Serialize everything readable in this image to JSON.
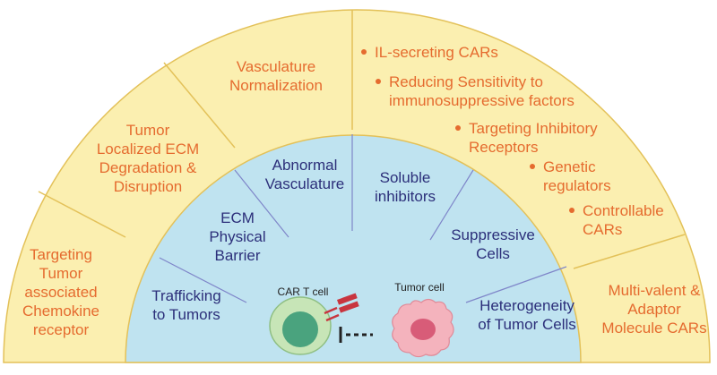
{
  "colors": {
    "outer_fill": "#fbefb0",
    "outer_stroke": "#e3c159",
    "inner_fill": "#bfe3f0",
    "inner_stroke": "#e3c159",
    "divider_outer": "#e3c159",
    "divider_inner": "#7f86c9",
    "outer_text": "#e56b2f",
    "inner_text": "#2c2f7a",
    "car_t_outer": "#c7e5b7",
    "car_t_inner": "#4aa37e",
    "tumor_outer": "#f4b3bd",
    "tumor_inner": "#d85c78",
    "receptor": "#c8353f"
  },
  "outer_segments": [
    {
      "id": "chemokine",
      "lines": [
        "Targeting",
        "Tumor",
        "associated",
        "Chemokine",
        "receptor"
      ]
    },
    {
      "id": "ecm-degradation",
      "lines": [
        "Tumor",
        "Localized ECM",
        "Degradation &",
        "Disruption"
      ]
    },
    {
      "id": "vasculature-normalization",
      "lines": [
        "Vasculature",
        "Normalization"
      ]
    },
    {
      "id": "multivalent",
      "lines": [
        "Multi-valent &",
        "Adaptor",
        "Molecule CARs"
      ]
    }
  ],
  "bullet_items": [
    {
      "id": "il-secreting",
      "lines": [
        "IL-secreting CARs"
      ]
    },
    {
      "id": "reducing-sensitivity",
      "lines": [
        "Reducing Sensitivity to",
        "immunosuppressive factors"
      ]
    },
    {
      "id": "targeting-inhibitory",
      "lines": [
        "Targeting Inhibitory",
        "Receptors"
      ]
    },
    {
      "id": "genetic-regulators",
      "lines": [
        "Genetic",
        "regulators"
      ]
    },
    {
      "id": "controllable",
      "lines": [
        "Controllable",
        "CARs"
      ]
    }
  ],
  "inner_segments": [
    {
      "id": "trafficking",
      "lines": [
        "Trafficking",
        "to Tumors"
      ]
    },
    {
      "id": "ecm-barrier",
      "lines": [
        "ECM",
        "Physical",
        "Barrier"
      ]
    },
    {
      "id": "abnormal-vasculature",
      "lines": [
        "Abnormal",
        "Vasculature"
      ]
    },
    {
      "id": "soluble-inhibitors",
      "lines": [
        "Soluble",
        "inhibitors"
      ]
    },
    {
      "id": "suppressive-cells",
      "lines": [
        "Suppressive",
        "Cells"
      ]
    },
    {
      "id": "heterogeneity",
      "lines": [
        "Heterogeneity",
        "of Tumor Cells"
      ]
    }
  ],
  "cells": {
    "car_t_label": "CAR T cell",
    "tumor_label": "Tumor cell"
  }
}
